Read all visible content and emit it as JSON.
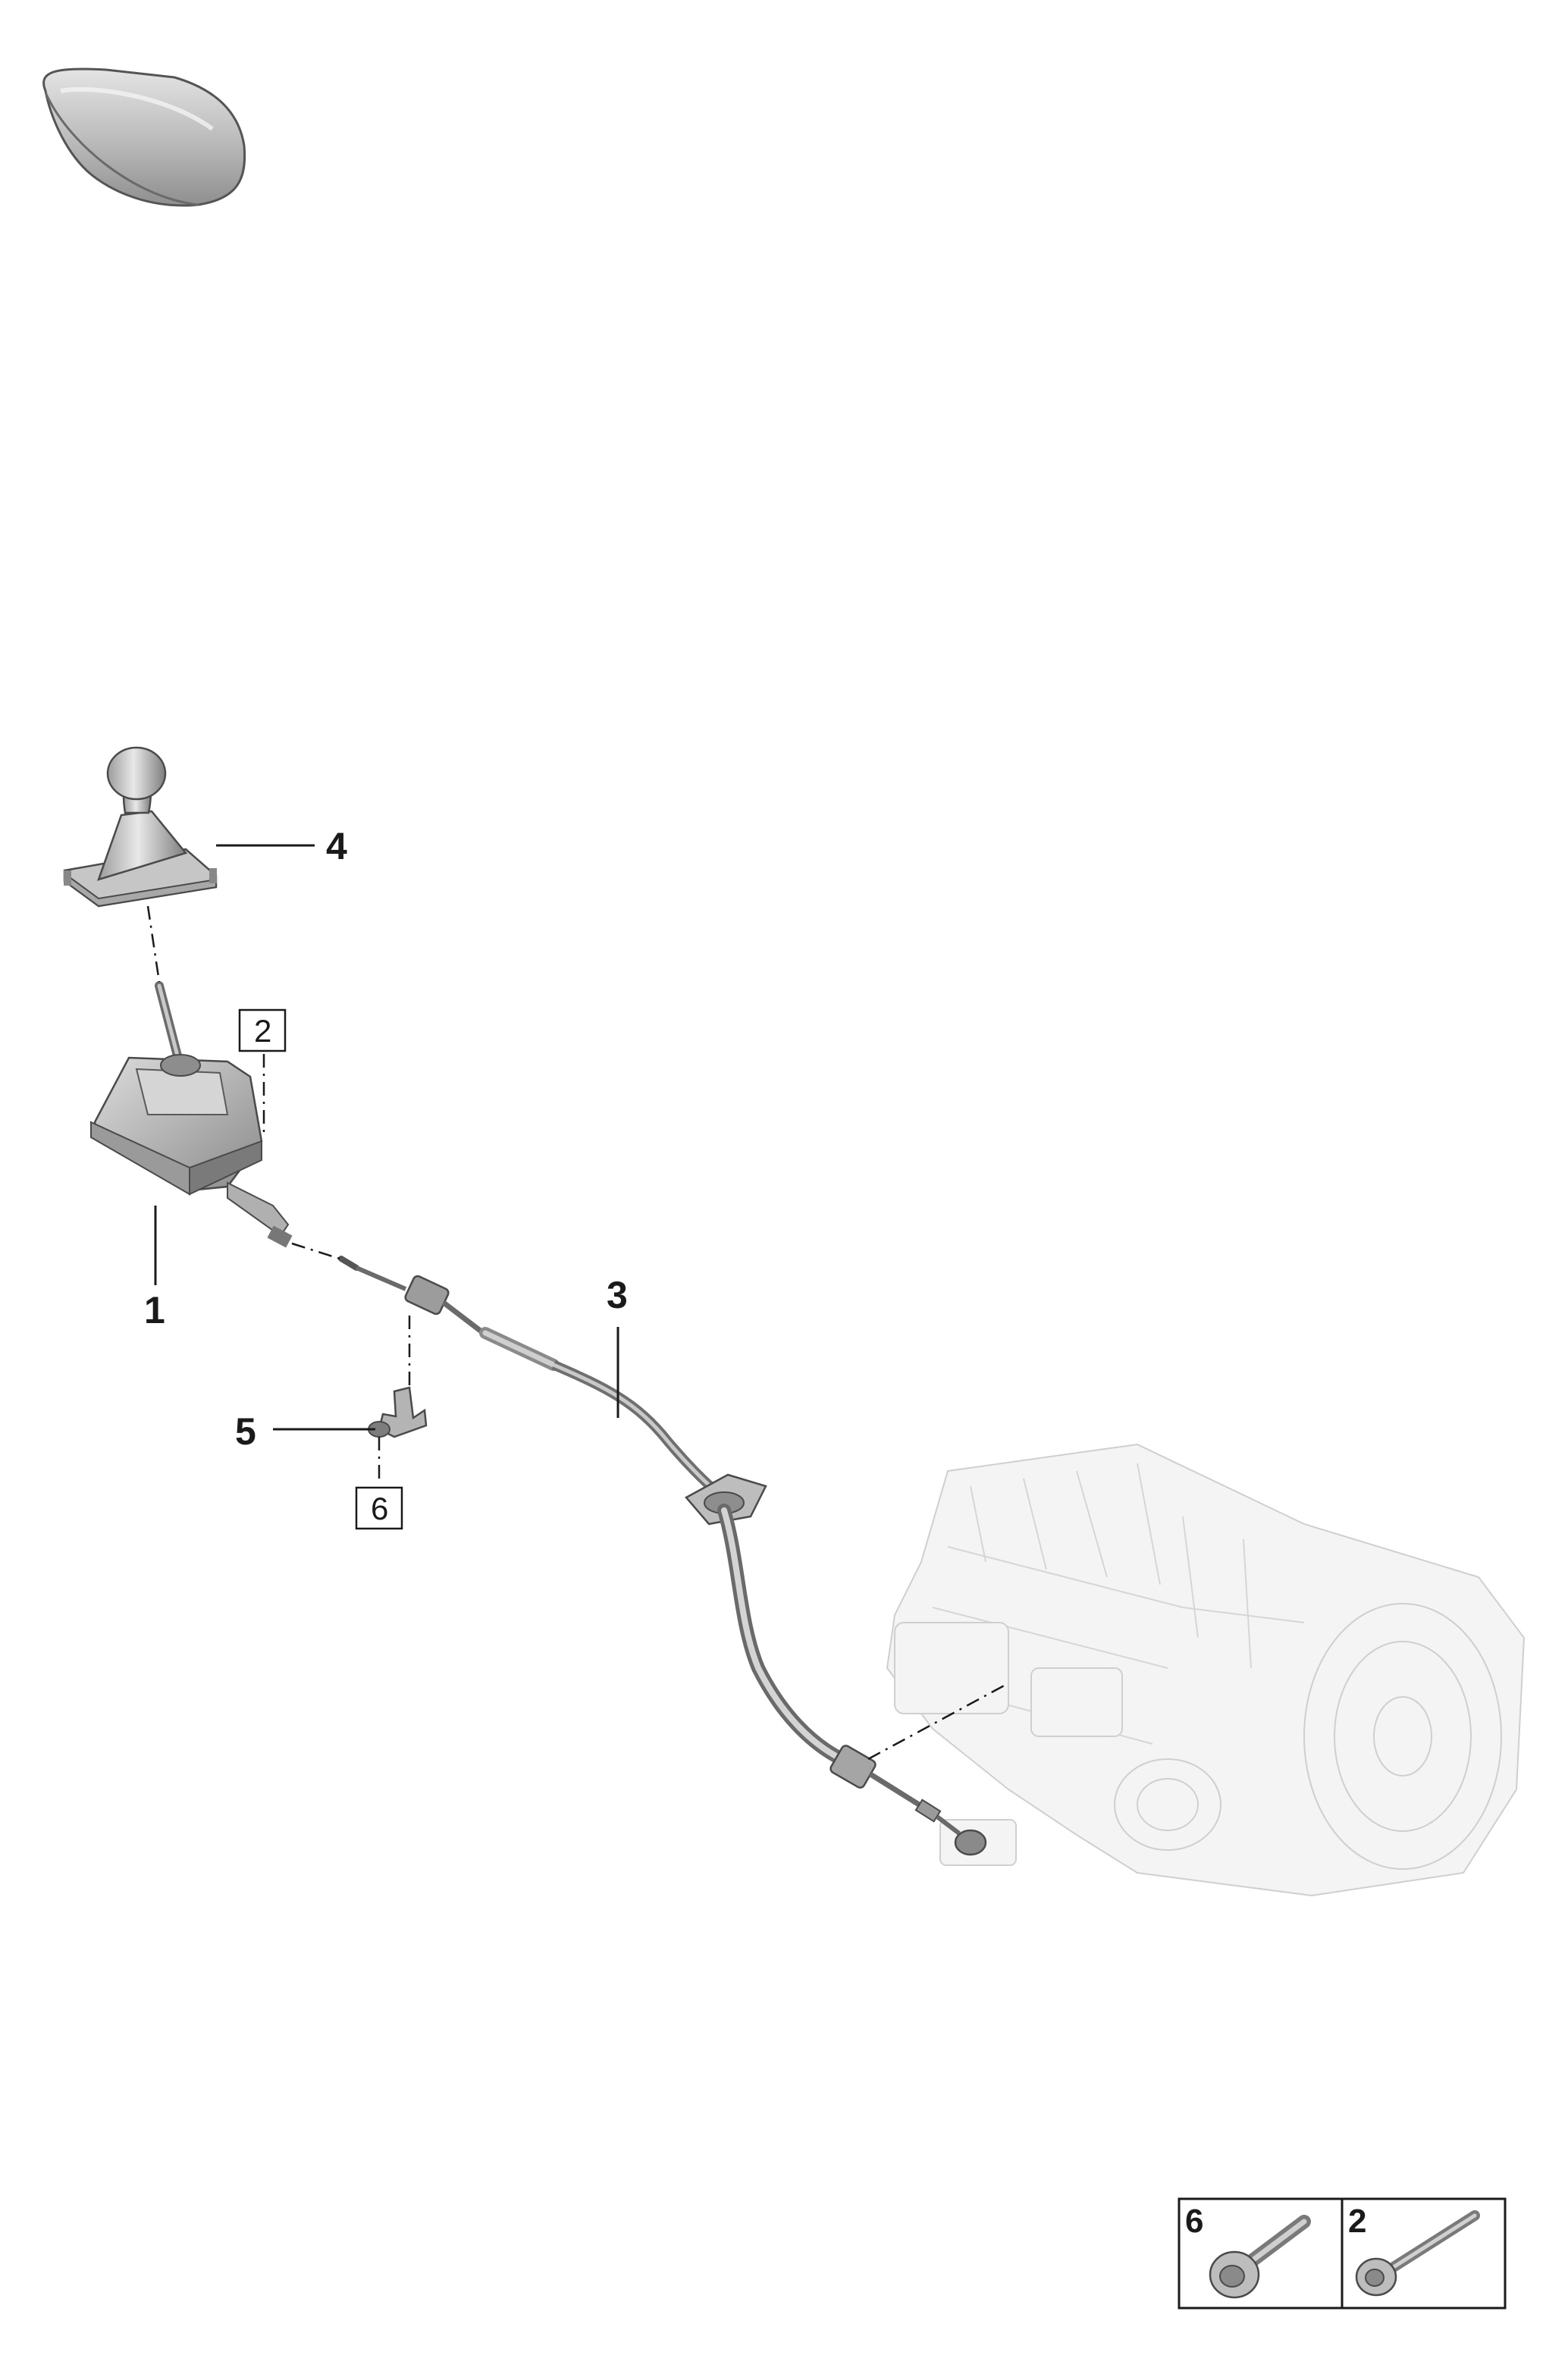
{
  "callouts": {
    "c1": "1",
    "c3": "3",
    "c4": "4",
    "c5": "5"
  },
  "boxed_refs": {
    "b2": "2",
    "b6": "6"
  },
  "legend": {
    "item_6": "6",
    "item_2": "2"
  },
  "icons": {
    "car_silhouette": "car-silhouette-icon",
    "shift_knob": "shift-knob-boot",
    "shift_housing": "gear-shifter-housing",
    "cable": "shift-cable",
    "bracket": "cable-bracket",
    "transmission": "transmission-ghost",
    "bolt_6": "bolt-collar-icon",
    "bolt_2": "bolt-icon"
  },
  "colors": {
    "line": "#1a1a1a",
    "part_fill": "#bdbdbd",
    "ghost_fill": "#f4f4f4"
  }
}
